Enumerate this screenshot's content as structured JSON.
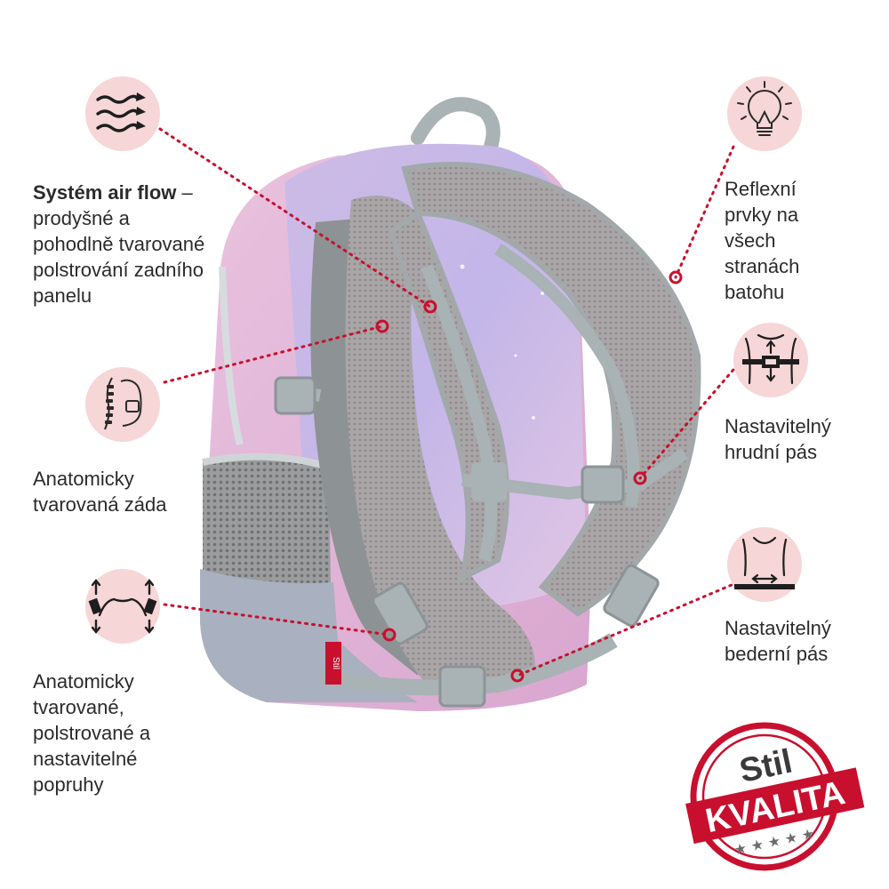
{
  "features": {
    "airflow": {
      "title": "Systém air flow",
      "rest": " – prodyšné a pohodlně tvarované polstrování zadního panelu",
      "icon": "airflow-waves-icon"
    },
    "anatomic_back": {
      "text": "Anatomicky tvarovaná záda",
      "icon": "spine-backpack-icon"
    },
    "straps": {
      "text": "Anatomicky tvarované, polstrované a nastavitelné popruhy",
      "icon": "adjustable-straps-icon"
    },
    "reflective": {
      "text": "Reflexní prvky na všech stranách batohu",
      "icon": "lightbulb-icon"
    },
    "chest_strap": {
      "text": "Nastavitelný hrudní pás",
      "icon": "chest-strap-icon"
    },
    "hip_belt": {
      "text": "Nastavitelný bederní pás",
      "icon": "hip-belt-icon"
    }
  },
  "brand_tag": "Stil",
  "seal": {
    "top": "Stil",
    "bottom": "KVALITA",
    "stars": "★ ★ ★ ★ ★"
  },
  "colors": {
    "accent": "#c8102e",
    "icon_bg": "#f6d6d6",
    "strap_gray": "#a9b2b4"
  }
}
